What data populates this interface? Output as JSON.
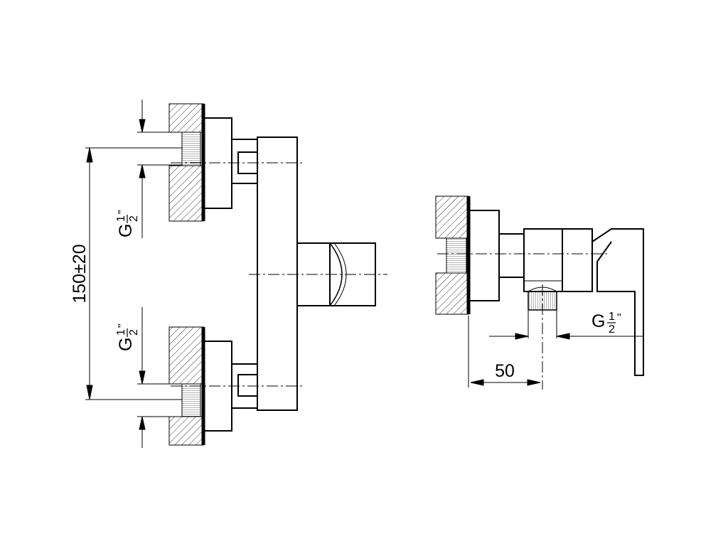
{
  "front_view": {
    "center_distance": "150±20",
    "thread_top": {
      "letter": "G",
      "num": "1",
      "den": "2",
      "mark": "\""
    },
    "thread_bottom": {
      "letter": "G",
      "num": "1",
      "den": "2",
      "mark": "\""
    }
  },
  "side_view": {
    "offset_dimension": "50",
    "outlet_thread": {
      "letter": "G",
      "num": "1",
      "den": "2",
      "mark": "\""
    }
  }
}
